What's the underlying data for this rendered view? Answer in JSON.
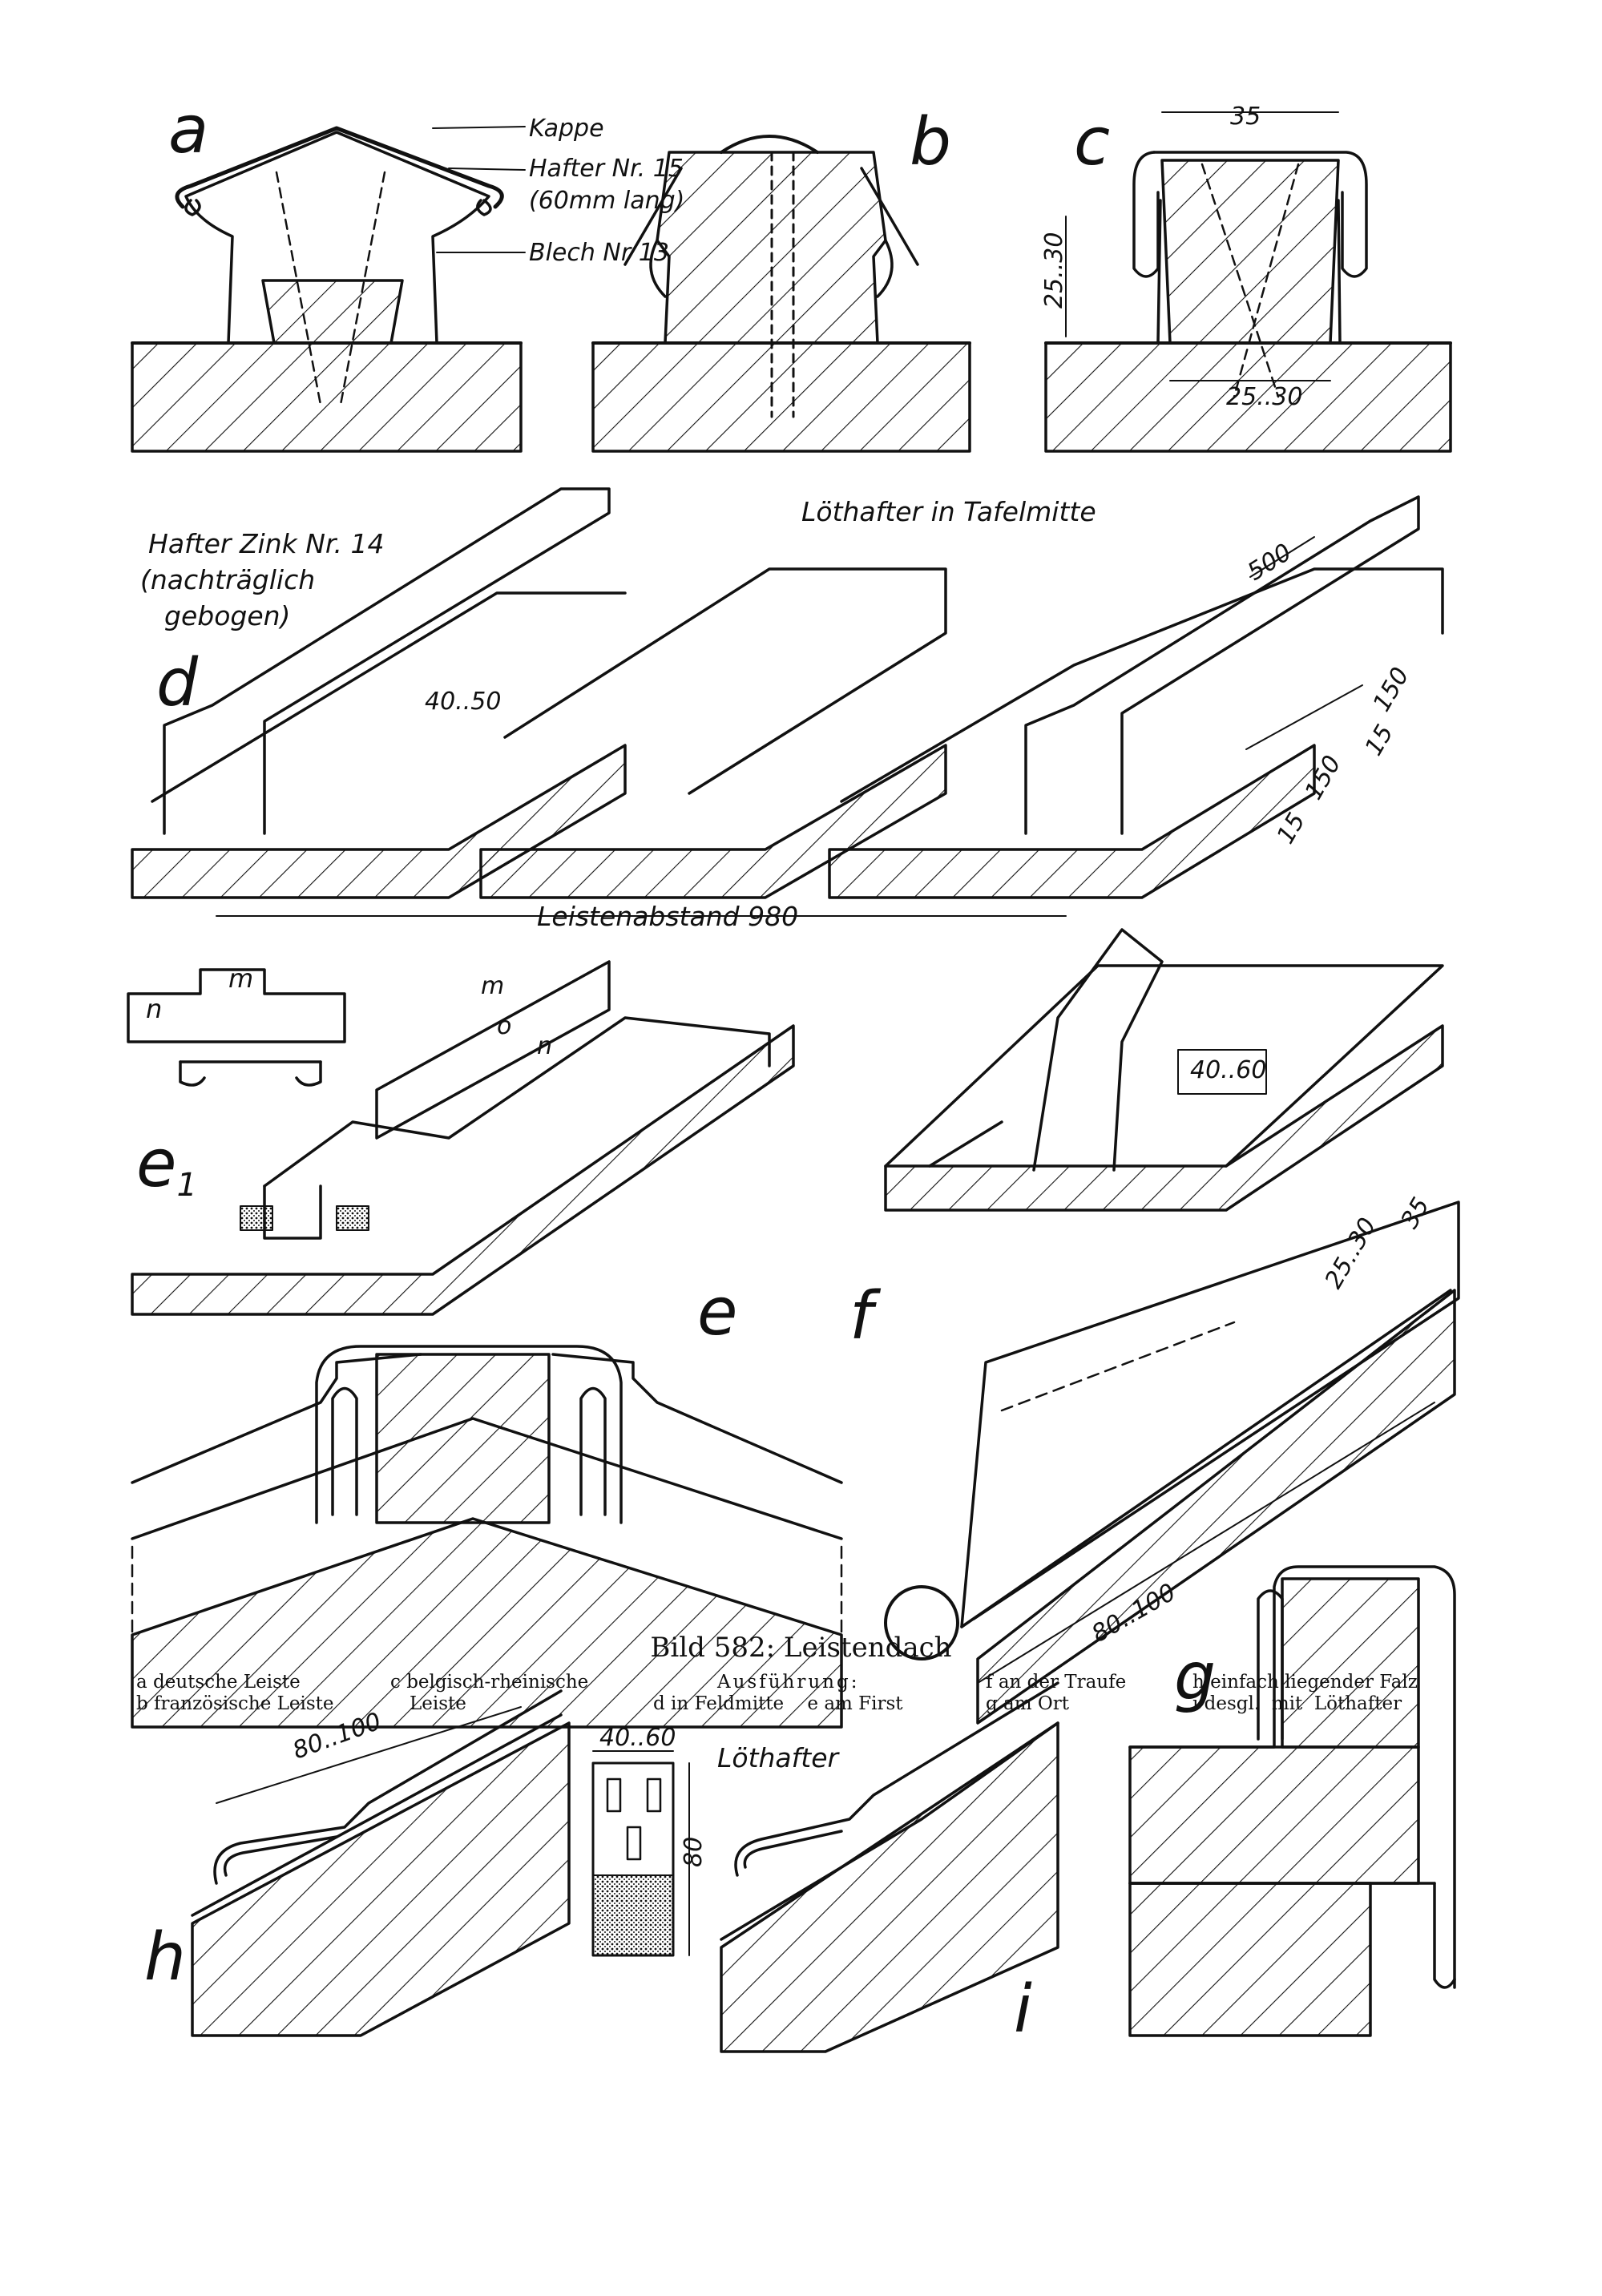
{
  "figures": {
    "a": {
      "letter": "a",
      "labels": [
        "Kappe",
        "Hafter Nr. 15",
        "(60mm lang)",
        "Blech Nr 13"
      ]
    },
    "b": {
      "letter": "b"
    },
    "c": {
      "letter": "c",
      "dims": [
        "35",
        "25..30",
        "25..30"
      ]
    },
    "d": {
      "letter": "d",
      "labels": [
        "Hafter Zink Nr. 14",
        "(nachträglich",
        "gebogen)",
        "Löthafter in Tafelmitte",
        "Leistenabstand 980"
      ],
      "dims": [
        "40..50",
        "500",
        "150",
        "150",
        "15",
        "15"
      ]
    },
    "e1": {
      "letter": "e",
      "sub": "1",
      "pattern": [
        "m",
        "n",
        "m",
        "o",
        "n"
      ]
    },
    "e": {
      "letter": "e"
    },
    "f": {
      "letter": "f",
      "dims": [
        "40..60",
        "35",
        "25..30",
        "80..100"
      ]
    },
    "g": {
      "letter": "g"
    },
    "h": {
      "letter": "h",
      "dims": [
        "80..100"
      ]
    },
    "clip": {
      "dims": [
        "40..60",
        "80"
      ],
      "label": "Löthafter"
    },
    "i": {
      "letter": "i"
    }
  },
  "caption": {
    "title": "Bild 582: Leistendach",
    "col1": [
      "a deutsche Leiste",
      "b französische Leiste"
    ],
    "col2": [
      "c belgisch-rheinische",
      "Leiste"
    ],
    "col3": [
      "Ausführung:",
      "d in Feldmitte    e am First"
    ],
    "col4": [
      "f an der Traufe",
      "g am Ort"
    ],
    "col5": [
      "h einfach liegender Falz",
      "i desgl.  mit  Löthafter"
    ]
  }
}
